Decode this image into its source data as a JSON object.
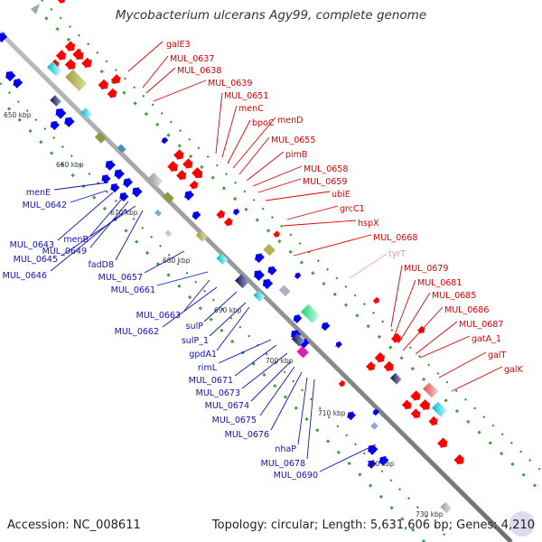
{
  "title": "Mycobacterium ulcerans Agy99, complete genome",
  "accession_text": "Accession: NC_008611",
  "summary_text": "Topology: circular; Length: 5,631,606 bp; Genes: 4,210",
  "ticks": [
    "650 kbp",
    "660 kbp",
    "670 kbp",
    "680 kbp",
    "690 kbp",
    "700 kbp",
    "710 kbp",
    "720 kbp",
    "730 kbp"
  ],
  "labels_red": [
    "galE3",
    "MUL_0637",
    "MUL_0638",
    "MUL_0639",
    "MUL_0651",
    "menC",
    "bpoC",
    "menD",
    "MUL_0655",
    "pimB",
    "MUL_0658",
    "MUL_0659",
    "ubiE",
    "grcC1",
    "hspX",
    "MUL_0668"
  ],
  "labels_pink": [
    "tyrT"
  ],
  "labels_red_right": [
    "MUL_0679",
    "MUL_0681",
    "MUL_0685",
    "MUL_0686",
    "MUL_0687",
    "gatA_1",
    "galT",
    "galK"
  ],
  "labels_blue": [
    "menE",
    "MUL_0642",
    "MUL_0643",
    "menB",
    "MUL_0649",
    "MUL_0645",
    "fadD8",
    "MUL_0646",
    "MUL_0657",
    "MUL_0661",
    "MUL_0663",
    "MUL_0662",
    "sulP",
    "sulP_1",
    "gpdA1",
    "rimL",
    "MUL_0671",
    "MUL_0673",
    "MUL_0674",
    "MUL_0675",
    "MUL_0676",
    "nhaP",
    "MUL_0678",
    "MUL_0690"
  ],
  "colors": {
    "forward_cds": "#ff0000",
    "reverse_cds": "#0000ee",
    "trna": "#f5a0cf",
    "backbone": "#8c8c8c",
    "gc_skew": "#2a8a2a"
  }
}
